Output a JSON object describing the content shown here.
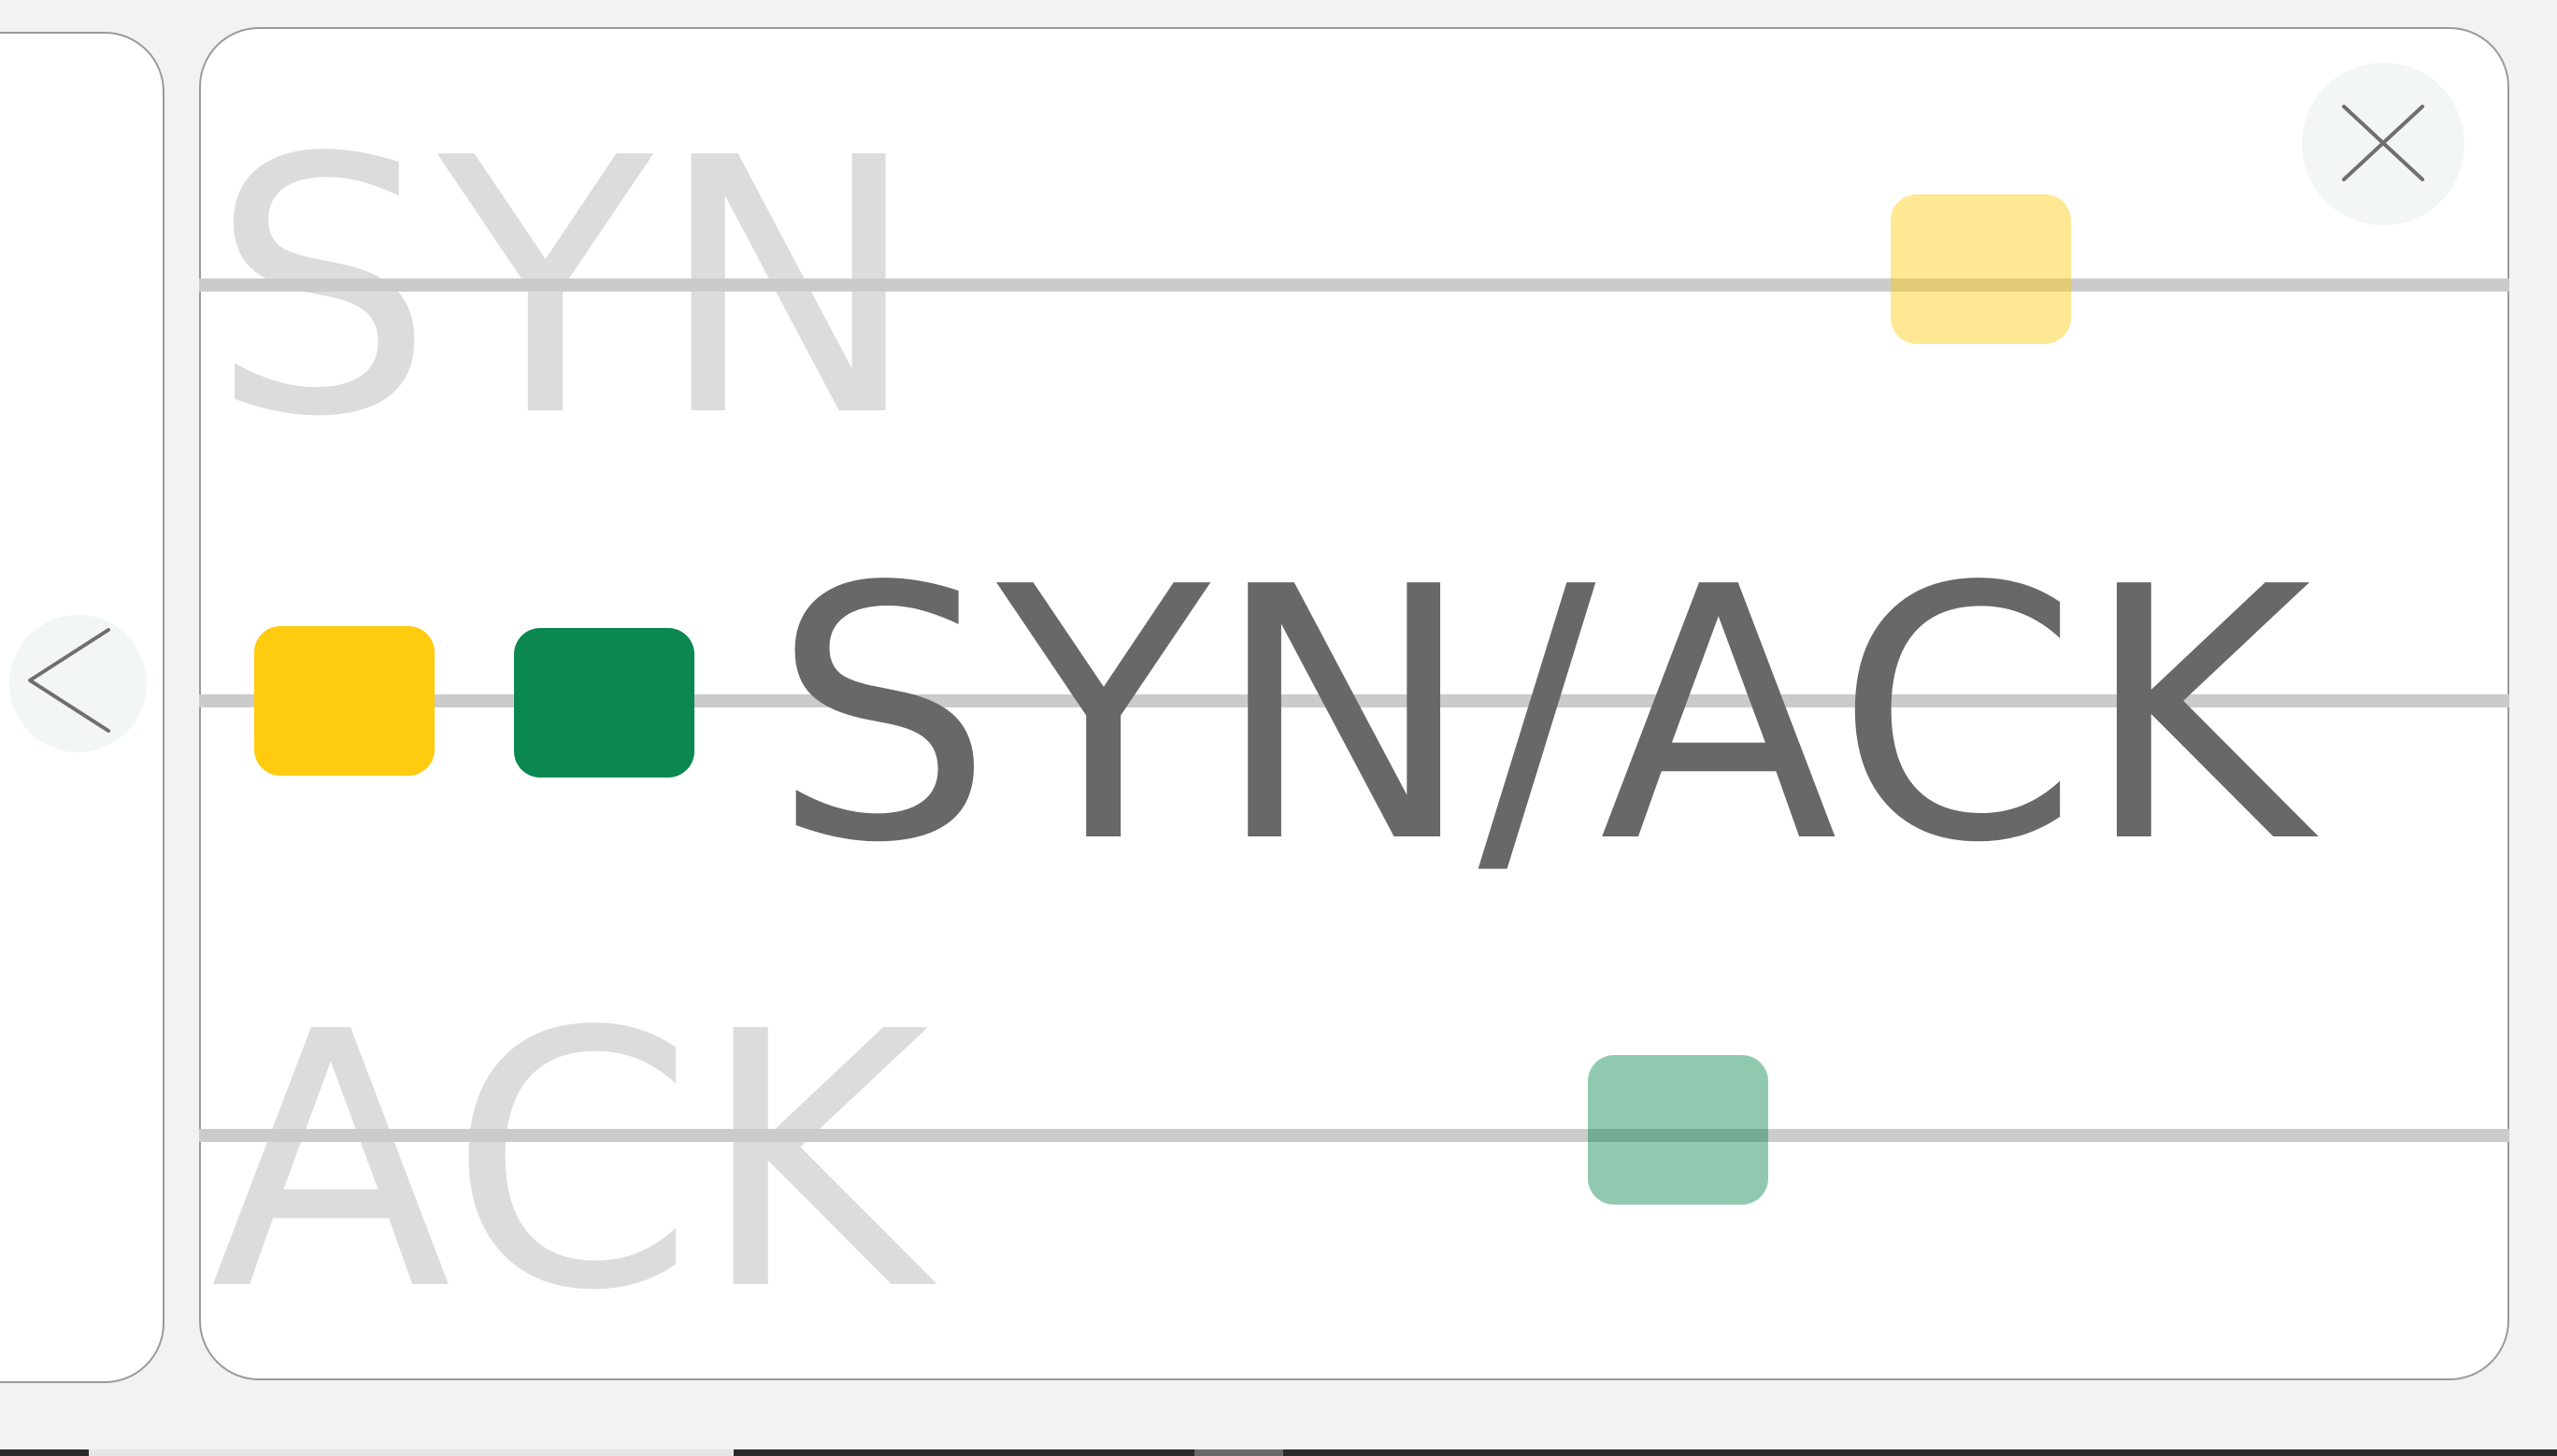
{
  "handshake": {
    "rows": [
      {
        "label": "SYN",
        "state": "inactive"
      },
      {
        "label": "SYN/ACK",
        "state": "active"
      },
      {
        "label": "ACK",
        "state": "inactive"
      }
    ]
  },
  "colors": {
    "background": "#f2f2f2",
    "card": "#ffffff",
    "track": "#cbcbcb",
    "active_text": "#686868",
    "inactive_text": "#dcdcdc",
    "packet_yellow": "#fecb0f",
    "packet_yellow_faded": "#fee795",
    "packet_green": "#0a8850",
    "packet_green_faded": "#93cbb1"
  },
  "icons": {
    "close": "close-icon",
    "previous": "chevron-left-icon"
  }
}
